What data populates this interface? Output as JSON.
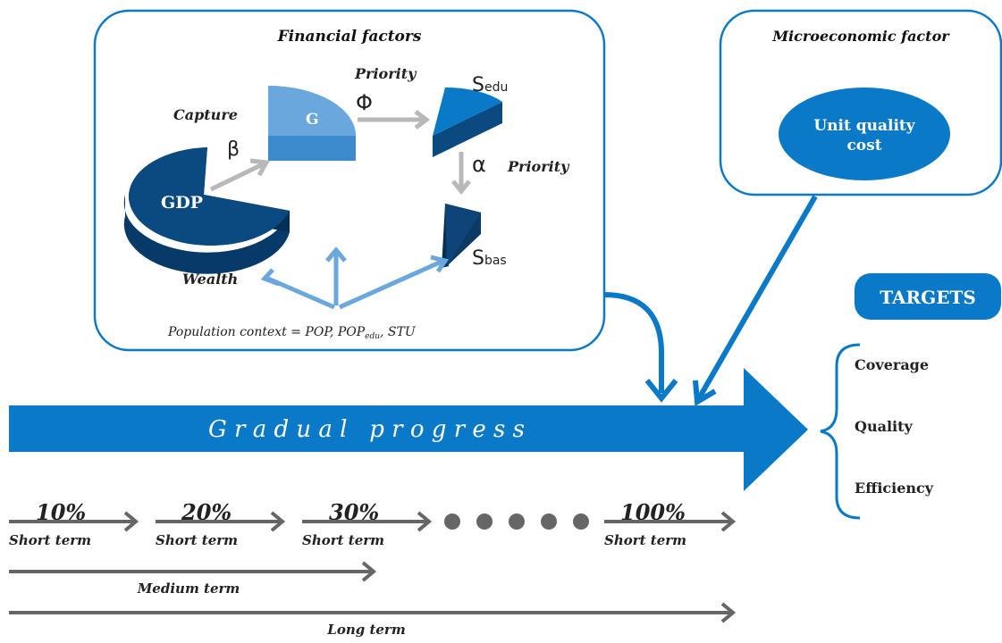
{
  "financial": {
    "title": "Financial factors",
    "gdp": "GDP",
    "wealth": "Wealth",
    "capture": "Capture",
    "beta": "β",
    "g": "G",
    "priority_top": "Priority",
    "phi": "Φ",
    "s_edu_main": "S",
    "s_edu_sub": "edu",
    "alpha": "α",
    "priority_right": "Priority",
    "s_bas_main": "S",
    "s_bas_sub": "bas",
    "population_prefix": "Population context = POP, POP",
    "population_sub": "edu",
    "population_suffix": ", STU"
  },
  "micro": {
    "title": "Microeconomic factor",
    "ellipse_line1": "Unit quality",
    "ellipse_line2": "cost"
  },
  "progress": {
    "label": "G r a d u a l   p r o g r e s s"
  },
  "targets": {
    "title": "TARGETS",
    "items": [
      "Coverage",
      "Quality",
      "Efficiency"
    ]
  },
  "timeline": {
    "steps": [
      {
        "pct": "10%",
        "term": "Short term"
      },
      {
        "pct": "20%",
        "term": "Short term"
      },
      {
        "pct": "30%",
        "term": "Short term"
      },
      {
        "pct": "100%",
        "term": "Short term"
      }
    ],
    "medium": "Medium term",
    "long": "Long term"
  },
  "colors": {
    "dark_blue": "#0b4a80",
    "mid_blue": "#0a79c7",
    "light_blue": "#6aa7dc",
    "gray": "#666666",
    "light_gray": "#b8b8b8"
  }
}
